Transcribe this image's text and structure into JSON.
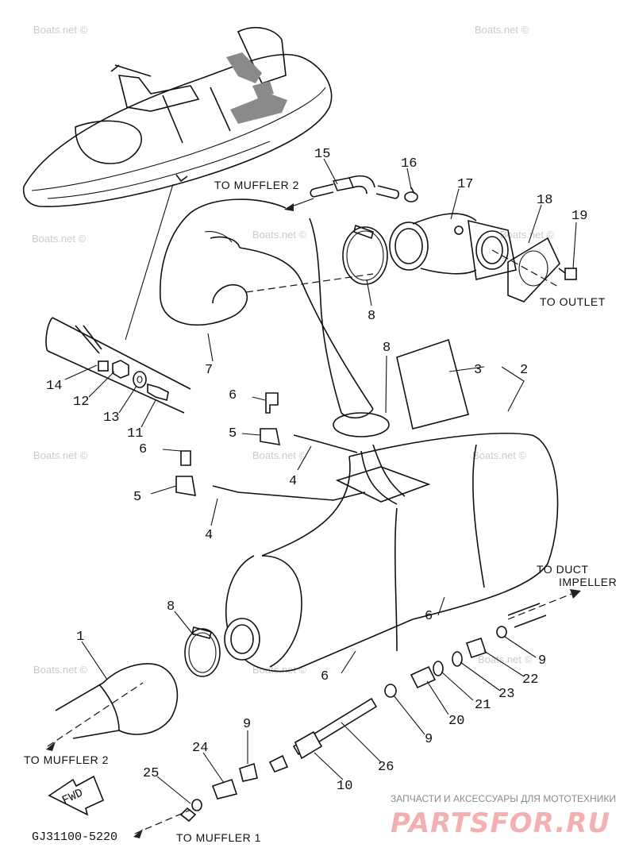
{
  "watermark": "Boats.net ©",
  "notes": {
    "to_muffler_2_top": "TO MUFFLER 2",
    "to_outlet": "TO OUTLET",
    "to_duct_line1": "TO DUCT",
    "to_duct_line2": "IMPELLER",
    "to_muffler_2_bottom": "TO MUFFLER 2",
    "to_muffler_1": "TO MUFFLER 1",
    "fwd": "FWD"
  },
  "diagram_code": "GJ31100-5220",
  "parts": {
    "p1": "1",
    "p2": "2",
    "p3": "3",
    "p4a": "4",
    "p4b": "4",
    "p5a": "5",
    "p5b": "5",
    "p6a": "6",
    "p6b": "6",
    "p6c": "6",
    "p6d": "6",
    "p7": "7",
    "p8a": "8",
    "p8b": "8",
    "p8c": "8",
    "p9a": "9",
    "p9b": "9",
    "p9c": "9",
    "p10": "10",
    "p11": "11",
    "p12": "12",
    "p13": "13",
    "p14": "14",
    "p15": "15",
    "p16": "16",
    "p17": "17",
    "p18": "18",
    "p19": "19",
    "p20": "20",
    "p21": "21",
    "p22": "22",
    "p23": "23",
    "p24": "24",
    "p25": "25",
    "p26": "26"
  },
  "branding": {
    "subtitle": "ЗАПЧАСТИ И АКСЕССУАРЫ ДЛЯ МОТОТЕХНИКИ",
    "logo_text": "PARTSFOR.RU"
  }
}
